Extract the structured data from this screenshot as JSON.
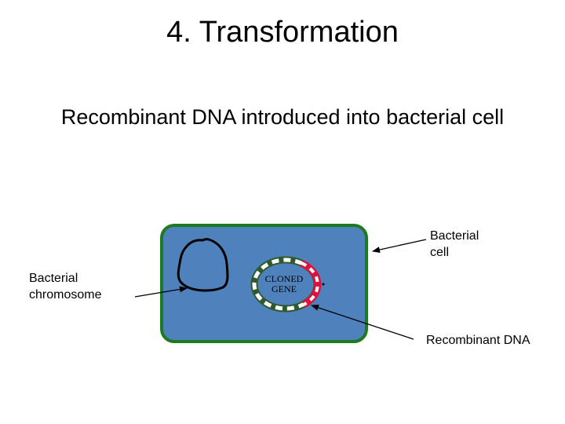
{
  "slide": {
    "title": "4. Transformation",
    "subtitle": "Recombinant DNA introduced into bacterial cell"
  },
  "labels": {
    "bacterial_cell": [
      "Bacterial",
      "cell"
    ],
    "bacterial_chromosome": [
      "Bacterial",
      "chromosome"
    ],
    "cloned_gene": [
      "CLONED",
      "GENE"
    ],
    "recombinant_dna": "Recombinant DNA"
  },
  "colors": {
    "cell_fill": "#4f81bd",
    "cell_border": "#1e7a1e",
    "plasmid_vector": "#2e7d32",
    "plasmid_insert": "#e0103a",
    "chromosome": "#000000"
  }
}
